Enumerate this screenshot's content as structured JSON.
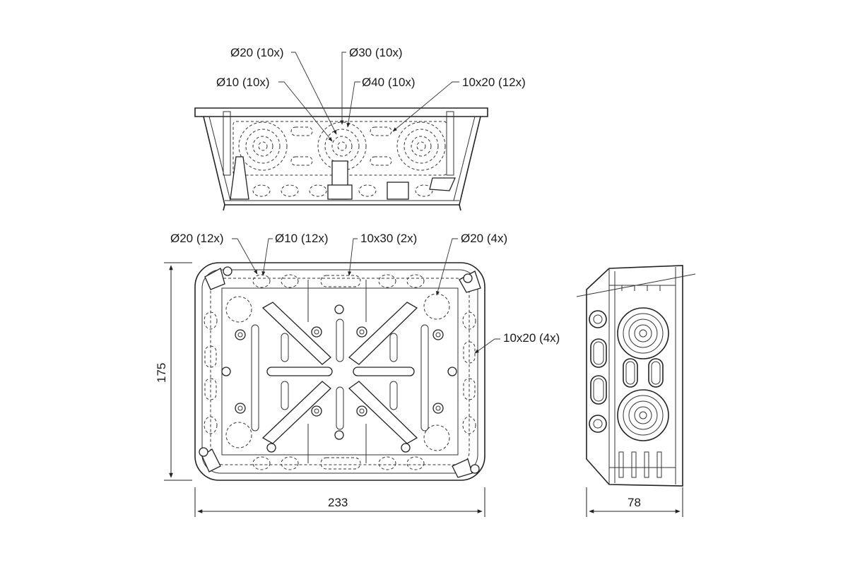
{
  "top_view": {
    "callouts": [
      {
        "id": "d20",
        "label": "Ø20 (10x)"
      },
      {
        "id": "d30",
        "label": "Ø30 (10x)"
      },
      {
        "id": "d10",
        "label": "Ø10 (10x)"
      },
      {
        "id": "d40",
        "label": "Ø40 (10x)"
      },
      {
        "id": "s1020",
        "label": "10x20 (12x)"
      }
    ]
  },
  "front_view": {
    "callouts": [
      {
        "id": "d20",
        "label": "Ø20 (12x)"
      },
      {
        "id": "d10",
        "label": "Ø10 (12x)"
      },
      {
        "id": "s1030",
        "label": "10x30 (2x)"
      },
      {
        "id": "d20b",
        "label": "Ø20 (4x)"
      },
      {
        "id": "s1020",
        "label": "10x20 (4x)"
      }
    ],
    "dimensions": {
      "width": "233",
      "height": "175"
    }
  },
  "side_view": {
    "dimensions": {
      "depth": "78"
    }
  }
}
